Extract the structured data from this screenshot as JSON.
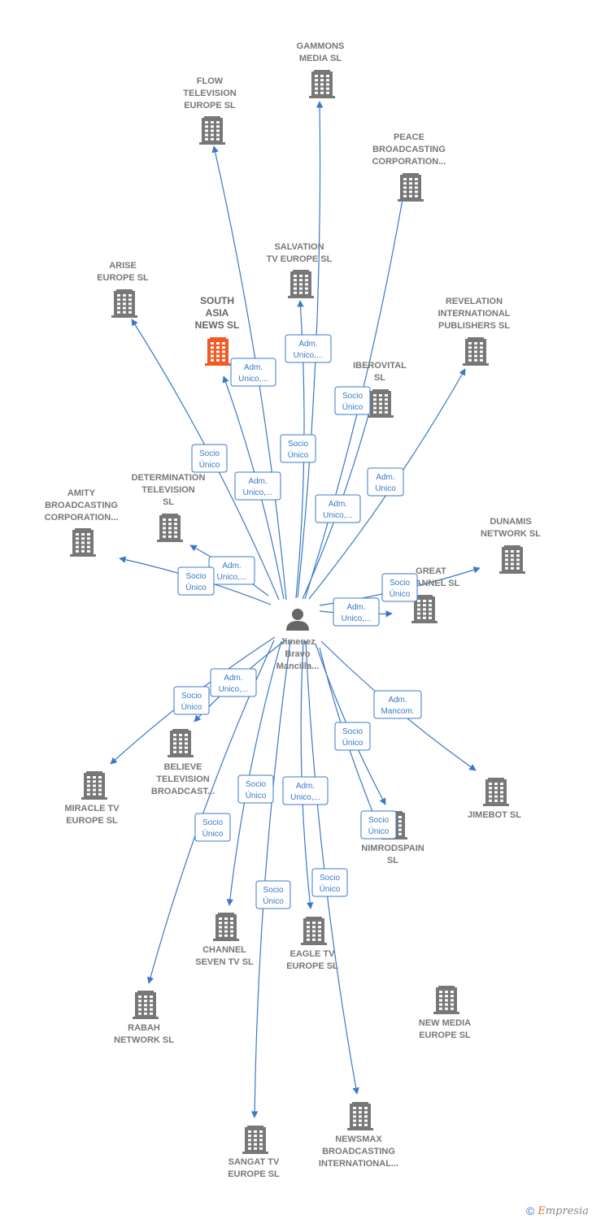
{
  "center": {
    "id": "person",
    "name": [
      "Jimenez",
      "Bravo",
      "Mancilla..."
    ]
  },
  "nodes": [
    {
      "id": "gammons",
      "label": [
        "GAMMONS",
        "MEDIA  SL"
      ],
      "highlight": false
    },
    {
      "id": "flow",
      "label": [
        "FLOW",
        "TELEVISION",
        "EUROPE  SL"
      ],
      "highlight": false
    },
    {
      "id": "peace",
      "label": [
        "PEACE",
        "BROADCASTING",
        "CORPORATION..."
      ],
      "highlight": false
    },
    {
      "id": "salvation",
      "label": [
        "SALVATION",
        "TV EUROPE  SL"
      ],
      "highlight": false
    },
    {
      "id": "arise",
      "label": [
        "ARISE",
        "EUROPE  SL"
      ],
      "highlight": false
    },
    {
      "id": "southasia",
      "label": [
        "SOUTH",
        "ASIA",
        "NEWS  SL"
      ],
      "highlight": true
    },
    {
      "id": "revelation",
      "label": [
        "REVELATION",
        "INTERNATIONAL",
        "PUBLISHERS SL"
      ],
      "highlight": false
    },
    {
      "id": "iberovital",
      "label": [
        "IBEROVITAL",
        "SL"
      ],
      "highlight": false
    },
    {
      "id": "determination",
      "label": [
        "DETERMINATION",
        "TELEVISION",
        "SL"
      ],
      "highlight": false
    },
    {
      "id": "amity",
      "label": [
        "AMITY",
        "BROADCASTING",
        "CORPORATION..."
      ],
      "highlight": false
    },
    {
      "id": "dunamis",
      "label": [
        "DUNAMIS",
        "NETWORK  SL"
      ],
      "highlight": false
    },
    {
      "id": "great",
      "label": [
        "GREAT",
        "CHANNEL  SL"
      ],
      "highlight": false
    },
    {
      "id": "believe",
      "label": [
        "BELIEVE",
        "TELEVISION",
        "BROADCAST..."
      ],
      "highlight": false
    },
    {
      "id": "miracle",
      "label": [
        "MIRACLE TV",
        "EUROPE  SL"
      ],
      "highlight": false
    },
    {
      "id": "jimebot",
      "label": [
        "JIMEBOT  SL"
      ],
      "highlight": false
    },
    {
      "id": "nimrodspain",
      "label": [
        "NIMRODSPAIN",
        "SL"
      ],
      "highlight": false
    },
    {
      "id": "channelseven",
      "label": [
        "CHANNEL",
        "SEVEN TV  SL"
      ],
      "highlight": false
    },
    {
      "id": "eagle",
      "label": [
        "EAGLE TV",
        "EUROPE  SL"
      ],
      "highlight": false
    },
    {
      "id": "newmedia",
      "label": [
        "NEW MEDIA",
        "EUROPE  SL"
      ],
      "highlight": false
    },
    {
      "id": "rabah",
      "label": [
        "RABAH",
        "NETWORK  SL"
      ],
      "highlight": false
    },
    {
      "id": "sangat",
      "label": [
        "SANGAT TV",
        "EUROPE  SL"
      ],
      "highlight": false
    },
    {
      "id": "newsmax",
      "label": [
        "NEWSMAX",
        "BROADCASTING",
        "INTERNATIONAL..."
      ],
      "highlight": false
    }
  ],
  "relations": [
    {
      "target": "gammons",
      "label": [
        "Adm.",
        "Unico,..."
      ]
    },
    {
      "target": "flow",
      "label": [
        "Adm.",
        "Unico,..."
      ]
    },
    {
      "target": "peace",
      "label": [
        "Socio",
        "Único"
      ]
    },
    {
      "target": "salvation",
      "label": [
        "Socio",
        "Único"
      ]
    },
    {
      "target": "arise",
      "label": [
        "Socio",
        "Único"
      ]
    },
    {
      "target": "southasia",
      "label": [
        "Adm.",
        "Unico,..."
      ]
    },
    {
      "target": "revelation",
      "label": [
        "Adm.",
        "Unico"
      ]
    },
    {
      "target": "iberovital",
      "label": [
        "Adm.",
        "Unico,..."
      ]
    },
    {
      "target": "determination",
      "label": [
        "Adm.",
        "Unico,..."
      ]
    },
    {
      "target": "amity",
      "label": [
        "Socio",
        "Único"
      ]
    },
    {
      "target": "dunamis",
      "label": [
        "Socio",
        "Único"
      ]
    },
    {
      "target": "great",
      "label": [
        "Adm.",
        "Unico,..."
      ]
    },
    {
      "target": "believe",
      "label": [
        "Adm.",
        "Unico,..."
      ]
    },
    {
      "target": "miracle",
      "label": [
        "Socio",
        "Único"
      ]
    },
    {
      "target": "jimebot",
      "label": [
        "Adm.",
        "Mancom."
      ]
    },
    {
      "target": "nimrodspain",
      "label": [
        "Socio",
        "Único"
      ]
    },
    {
      "target": "nimrodspain",
      "label": [
        "Socio",
        "Único"
      ]
    },
    {
      "target": "channelseven",
      "label": [
        "Socio",
        "Único"
      ]
    },
    {
      "target": "eagle",
      "label": [
        "Adm.",
        "Unico,..."
      ]
    },
    {
      "target": "rabah",
      "label": [
        "Socio",
        "Único"
      ]
    },
    {
      "target": "sangat",
      "label": [
        "Socio",
        "Único"
      ]
    },
    {
      "target": "newsmax",
      "label": [
        "Socio",
        "Único"
      ]
    }
  ],
  "colors": {
    "edge": "#3a78c8",
    "building": "#777777",
    "building_highlight": "#f15a24",
    "person": "#666666"
  },
  "footer": {
    "copyright": "©",
    "brand_first": "E",
    "brand_rest": "mpresia"
  }
}
